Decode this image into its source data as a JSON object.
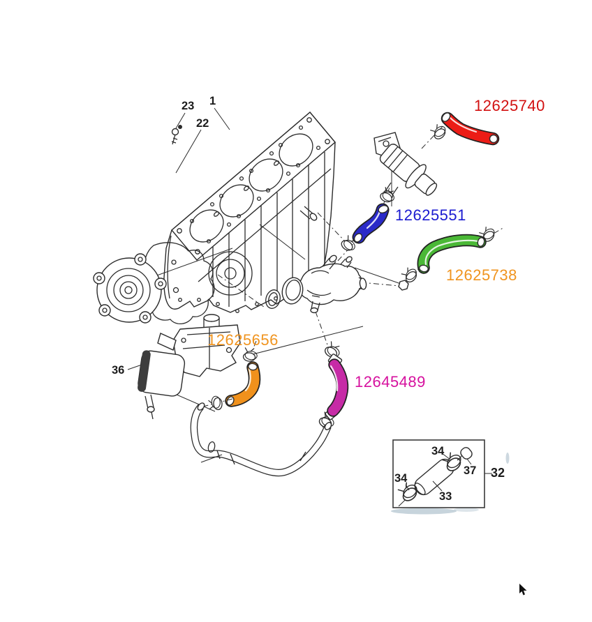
{
  "diagram": {
    "description": "Engine cooling system hose parts diagram",
    "line_color": "#2b2b2b",
    "callout_color": "#1c1c1c",
    "part_numbers": [
      {
        "text": "12625740",
        "color": "#d21010",
        "hose": "red"
      },
      {
        "text": "12625551",
        "color": "#1b1bd0",
        "hose": "blue"
      },
      {
        "text": "12625738",
        "color": "#f0941f",
        "hose": "green"
      },
      {
        "text": "12625656",
        "color": "#f0941f",
        "hose": "orange"
      },
      {
        "text": "12645489",
        "color": "#d6119e",
        "hose": "magenta"
      }
    ],
    "hose_colors": {
      "red": "#ec1c16",
      "blue": "#2a2ac8",
      "green": "#4ab836",
      "orange": "#f0911c",
      "magenta": "#c62ba6"
    },
    "callouts": [
      {
        "text": "1"
      },
      {
        "text": "22"
      },
      {
        "text": "23"
      },
      {
        "text": "36"
      },
      {
        "text": "34"
      },
      {
        "text": "37"
      },
      {
        "text": "34"
      },
      {
        "text": "33"
      },
      {
        "text": "32"
      }
    ]
  }
}
